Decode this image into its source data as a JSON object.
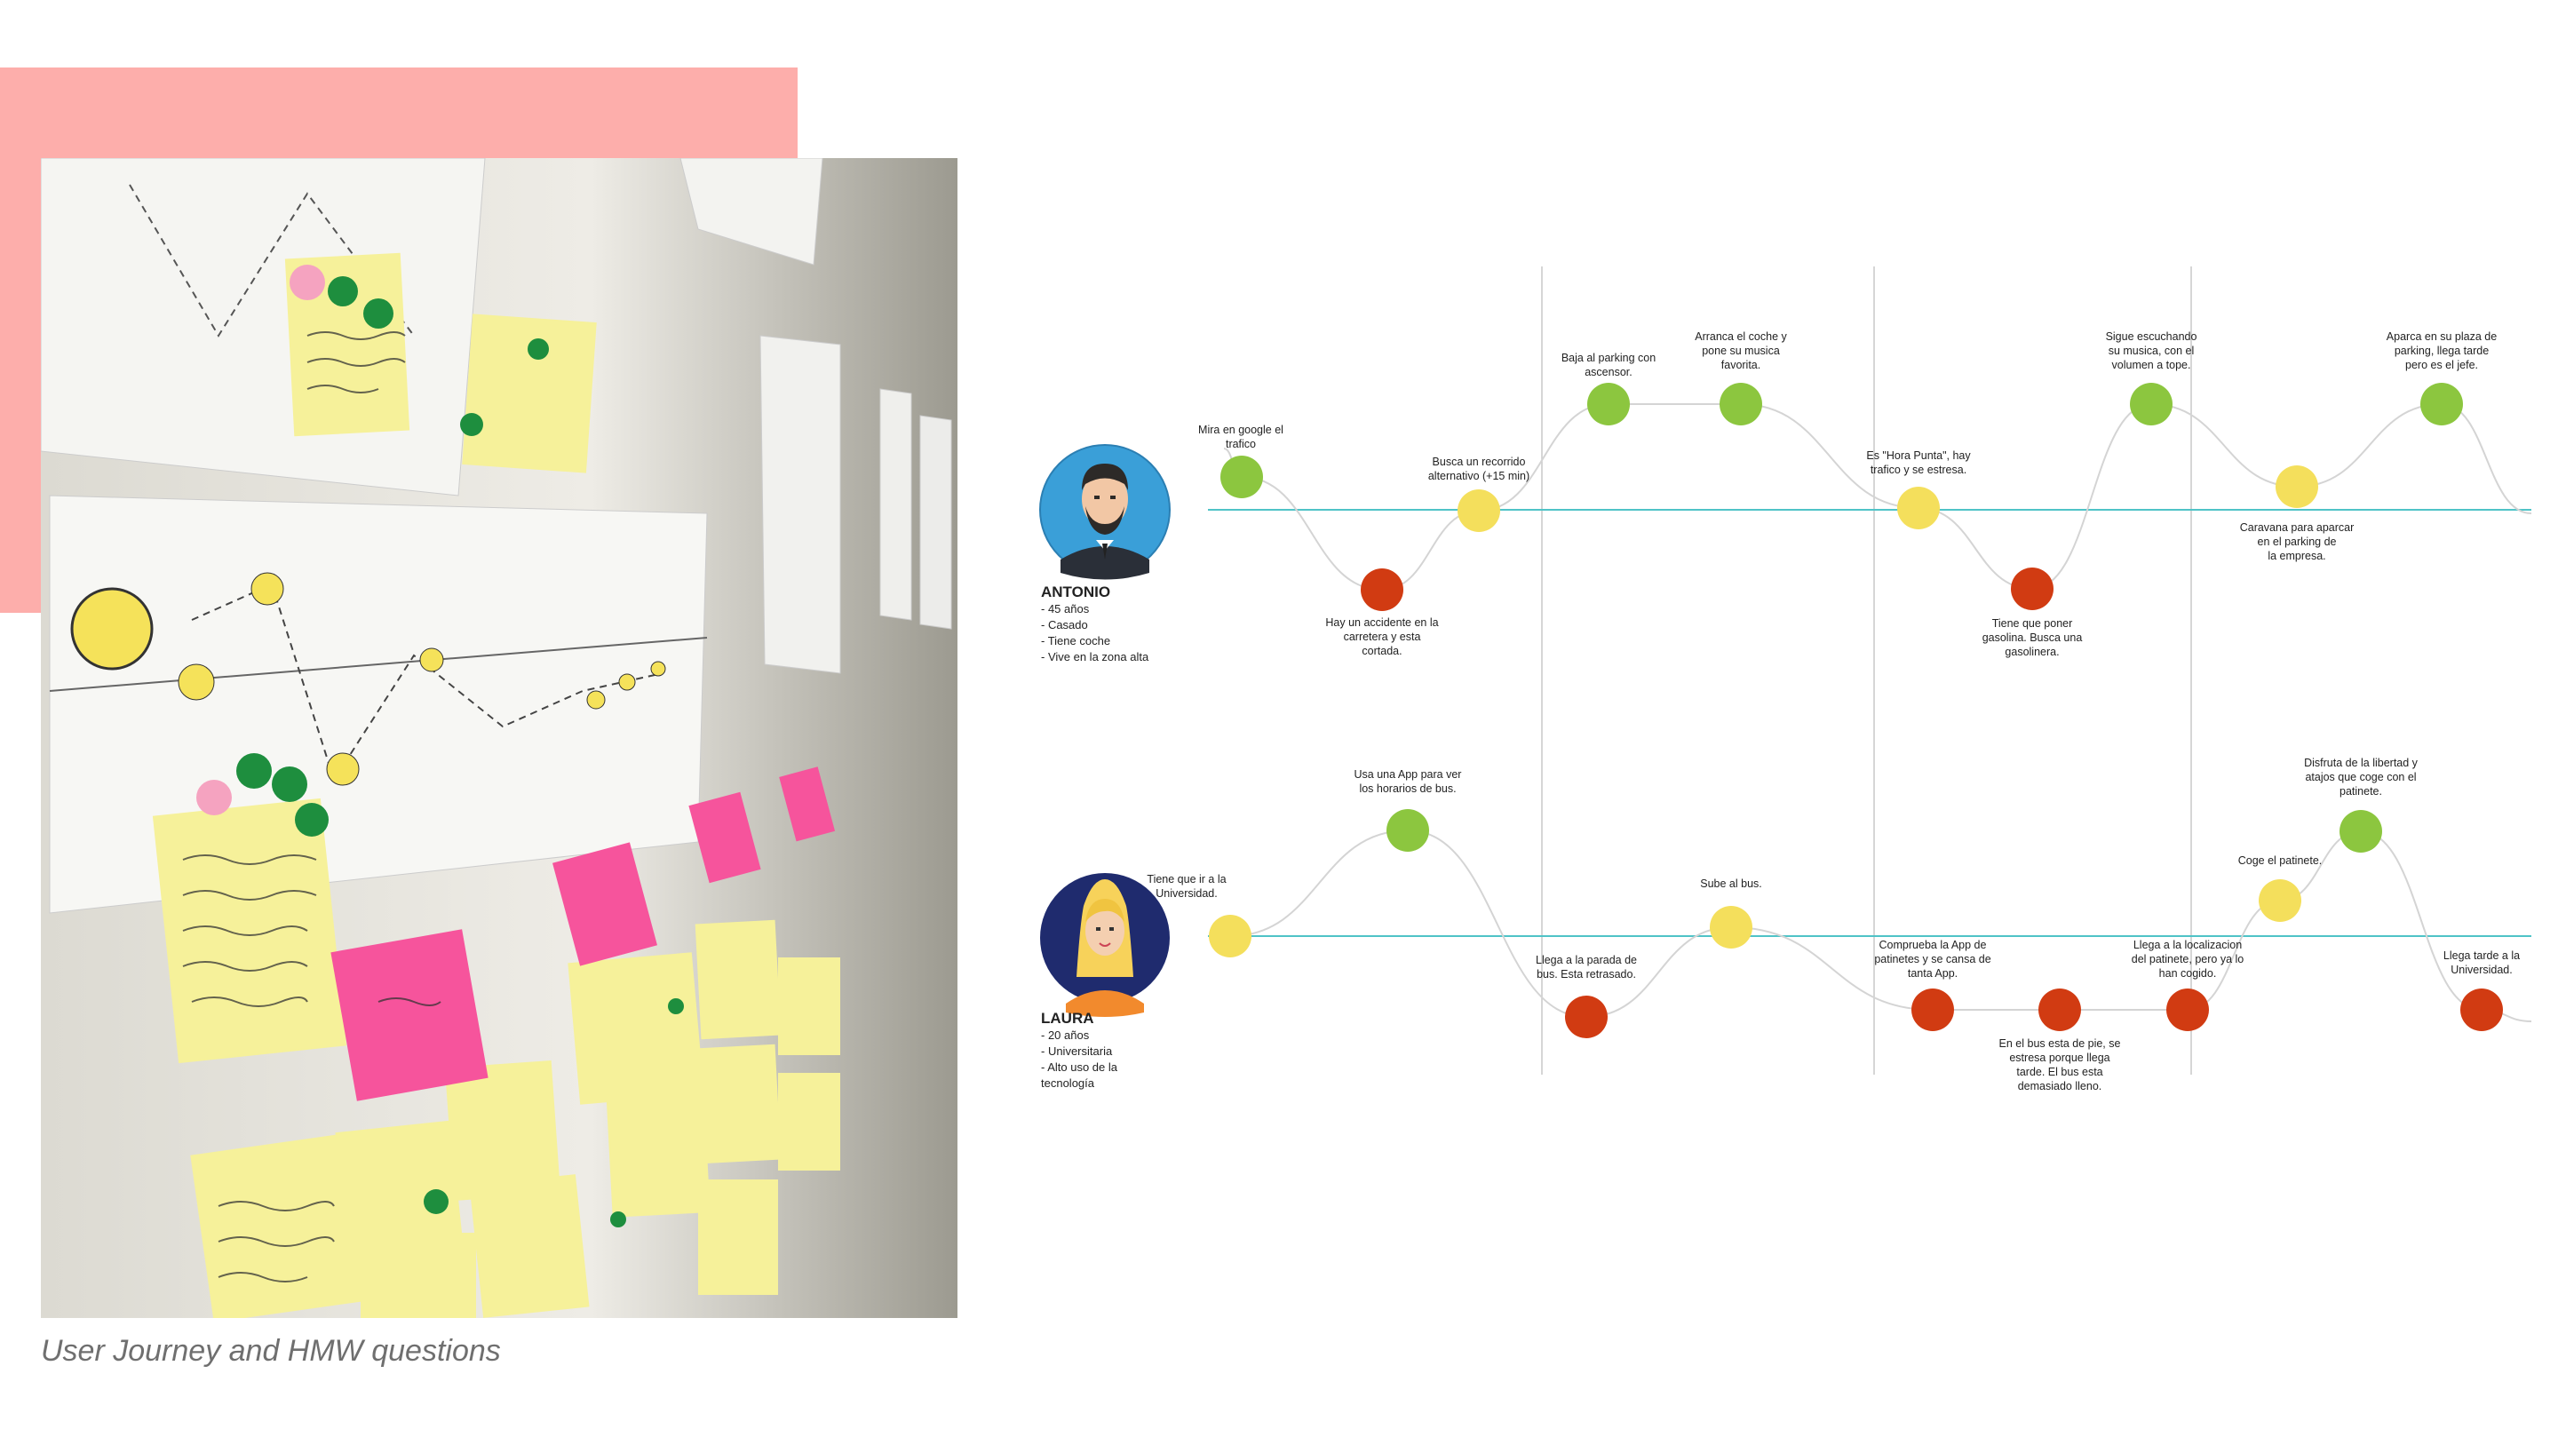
{
  "caption": "User Journey and HMW questions",
  "colors": {
    "good": "#8cc63f",
    "neutral": "#f4df5c",
    "bad": "#d13b12",
    "baseline": "#4fc3c7",
    "curve": "#d4d4d4",
    "pink_block": "#fdaeab"
  },
  "personas": [
    {
      "id": "antonio",
      "name": "ANTONIO",
      "details": [
        "- 45 años",
        "- Casado",
        "- Tiene coche",
        "- Vive en la zona alta"
      ],
      "points": [
        {
          "mood": "good",
          "label": [
            "Mira en google el",
            "trafico"
          ]
        },
        {
          "mood": "bad",
          "label": [
            "Hay un accidente en la",
            "carretera y esta",
            "cortada."
          ]
        },
        {
          "mood": "neutral",
          "label": [
            "Busca un recorrido",
            "alternativo (+15 min)"
          ]
        },
        {
          "mood": "good",
          "label": [
            "Baja al parking con",
            "ascensor."
          ]
        },
        {
          "mood": "good",
          "label": [
            "Arranca el coche y",
            "pone su musica",
            "favorita."
          ]
        },
        {
          "mood": "neutral",
          "label": [
            "Es \"Hora Punta\", hay",
            "trafico y se estresa."
          ]
        },
        {
          "mood": "bad",
          "label": [
            "Tiene que poner",
            "gasolina. Busca una",
            "gasolinera."
          ]
        },
        {
          "mood": "good",
          "label": [
            "Sigue escuchando",
            "su musica, con el",
            "volumen a tope."
          ]
        },
        {
          "mood": "neutral",
          "label": [
            "Caravana para aparcar",
            "en el parking de",
            "la empresa."
          ]
        },
        {
          "mood": "good",
          "label": [
            "Aparca en su plaza de",
            "parking, llega tarde",
            "pero es el jefe."
          ]
        }
      ]
    },
    {
      "id": "laura",
      "name": "LAURA",
      "details": [
        "- 20 años",
        "- Universitaria",
        "- Alto uso de la",
        "tecnología"
      ],
      "points": [
        {
          "mood": "neutral",
          "label": [
            "Tiene que ir a la",
            "Universidad."
          ]
        },
        {
          "mood": "good",
          "label": [
            "Usa una App para ver",
            "los horarios de bus."
          ]
        },
        {
          "mood": "bad",
          "label": [
            "Llega a la parada de",
            "bus. Esta retrasado."
          ]
        },
        {
          "mood": "neutral",
          "label": [
            "Sube al bus."
          ]
        },
        {
          "mood": "bad",
          "label": [
            "Comprueba la App de",
            "patinetes y se cansa de",
            "tanta App."
          ]
        },
        {
          "mood": "bad",
          "label": [
            "En el bus esta de pie, se",
            "estresa porque llega",
            "tarde. El bus esta",
            "demasiado lleno."
          ]
        },
        {
          "mood": "bad",
          "label": [
            "Llega a la localizacion",
            "del patinete, pero ya lo",
            "han cogido."
          ]
        },
        {
          "mood": "neutral",
          "label": [
            "Coge el patinete."
          ]
        },
        {
          "mood": "good",
          "label": [
            "Disfruta de la libertad y",
            "atajos que coge con el",
            "patinete."
          ]
        },
        {
          "mood": "bad",
          "label": [
            "Llega tarde a la",
            "Universidad."
          ]
        }
      ]
    }
  ]
}
